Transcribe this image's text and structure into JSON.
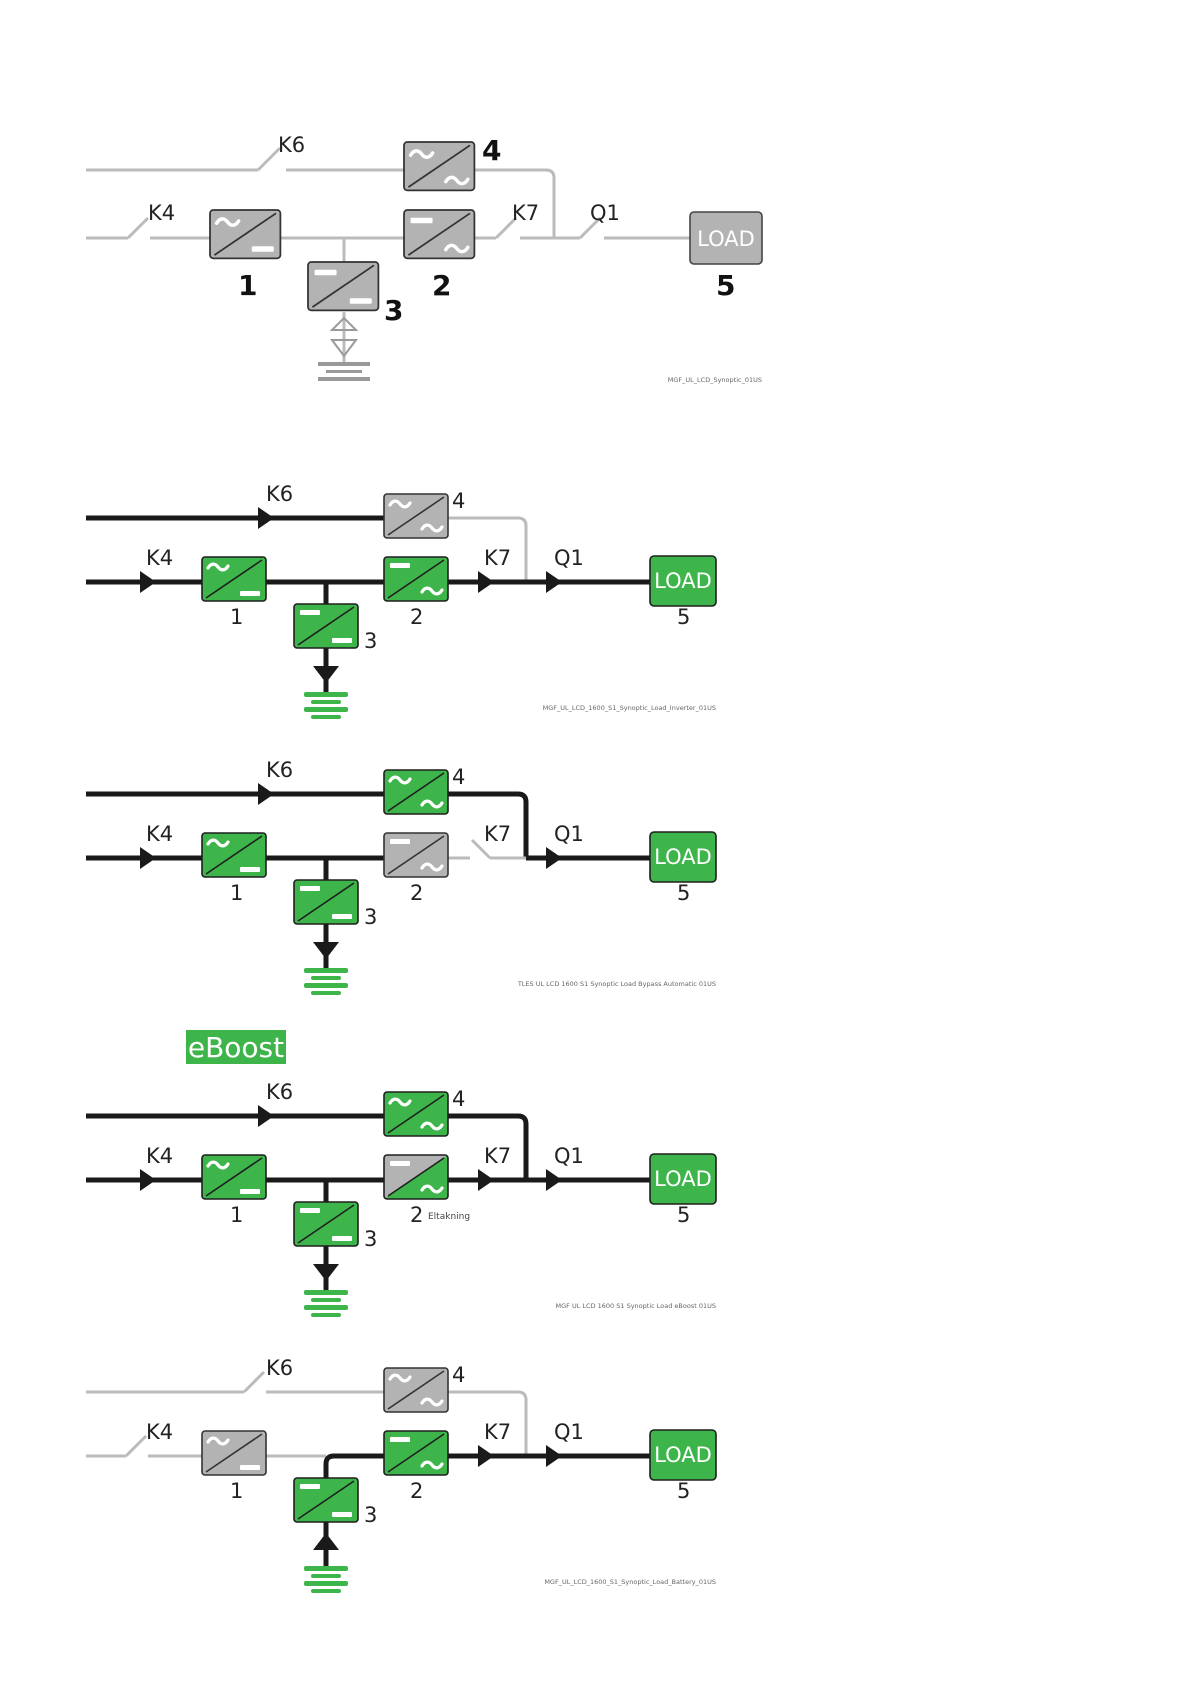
{
  "colors": {
    "active_green": "#3db54a",
    "inactive_gray": "#b3b3b3",
    "line_black": "#1a1a1a",
    "line_gray": "#bbbbbb",
    "eboost_bg": "#3db54a"
  },
  "labels": {
    "k6": "K6",
    "k4": "K4",
    "k7": "K7",
    "q1": "Q1",
    "load": "LOAD",
    "n1": "1",
    "n2": "2",
    "n3": "3",
    "n4": "4",
    "n5": "5"
  },
  "diagrams": [
    {
      "caption": "MGF_UL_LCD_Synoptic_01US"
    },
    {
      "caption": "MGF_UL_LCD_1600_S1_Synoptic_Load_Inverter_01US"
    },
    {
      "caption": "TLES UL LCD 1600 S1 Synoptic Load Bypass Automatic 01US"
    },
    {
      "caption": "MGF UL LCD 1600 S1 Synoptic Load eBoost 01US",
      "badge": "eBoost",
      "note": "Eltakning"
    },
    {
      "caption": "MGF_UL_LCD_1600_S1_Synoptic_Load_Battery_01US"
    }
  ]
}
